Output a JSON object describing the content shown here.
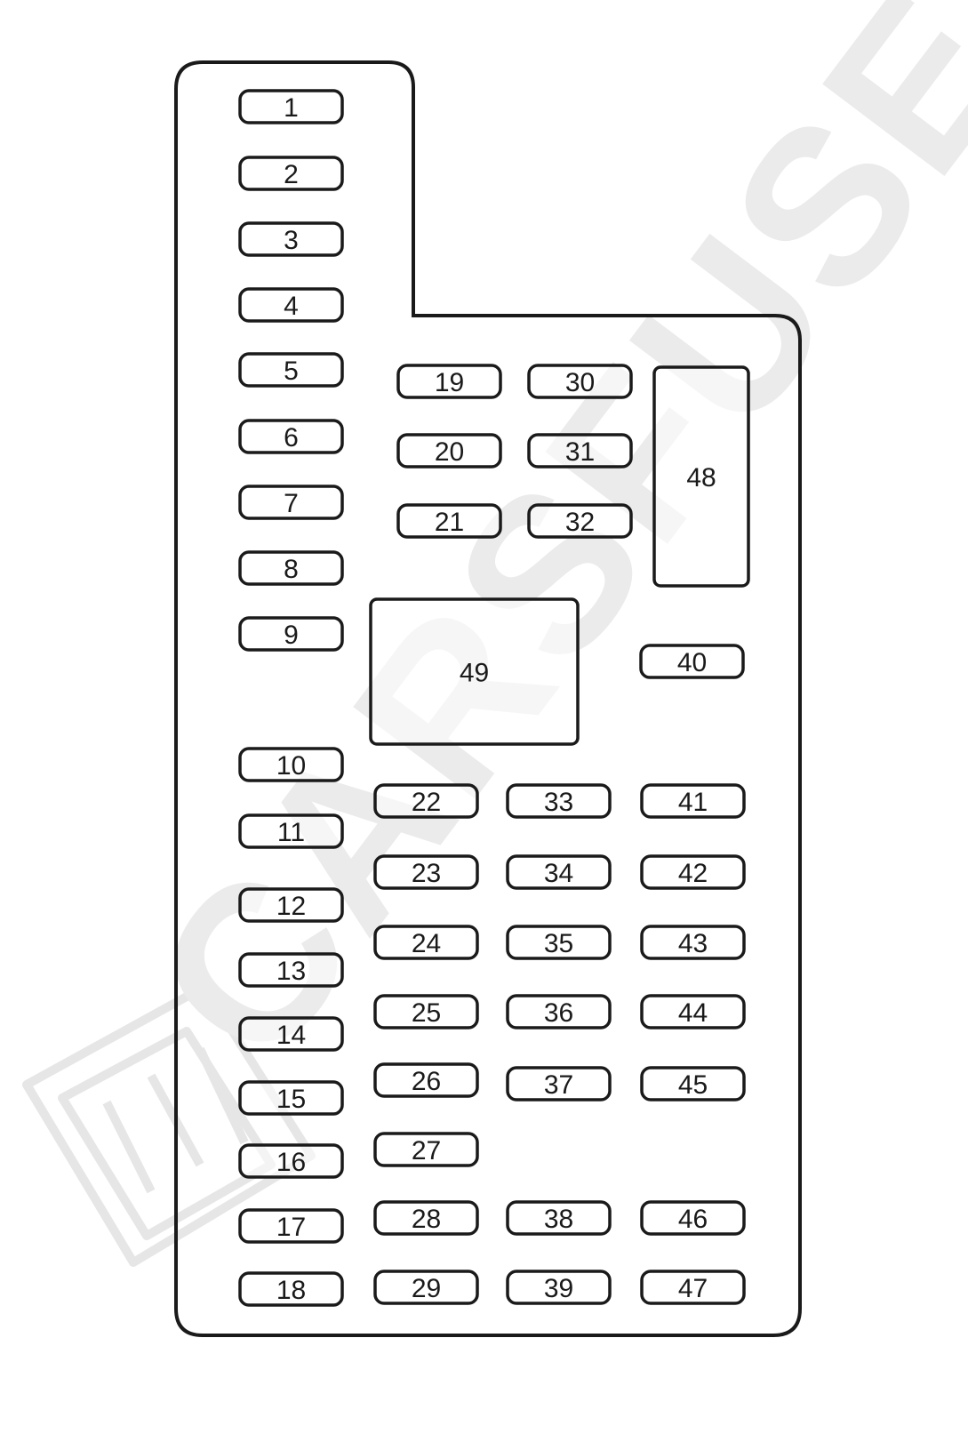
{
  "diagram": {
    "outline_color": "#1a1a1a",
    "watermark_color": "#e6e6e6",
    "watermark_text": "CARSFUSE",
    "fuses": [
      {
        "id": "1",
        "label": "1"
      },
      {
        "id": "2",
        "label": "2"
      },
      {
        "id": "3",
        "label": "3"
      },
      {
        "id": "4",
        "label": "4"
      },
      {
        "id": "5",
        "label": "5"
      },
      {
        "id": "6",
        "label": "6"
      },
      {
        "id": "7",
        "label": "7"
      },
      {
        "id": "8",
        "label": "8"
      },
      {
        "id": "9",
        "label": "9"
      },
      {
        "id": "10",
        "label": "10"
      },
      {
        "id": "11",
        "label": "11"
      },
      {
        "id": "12",
        "label": "12"
      },
      {
        "id": "13",
        "label": "13"
      },
      {
        "id": "14",
        "label": "14"
      },
      {
        "id": "15",
        "label": "15"
      },
      {
        "id": "16",
        "label": "16"
      },
      {
        "id": "17",
        "label": "17"
      },
      {
        "id": "18",
        "label": "18"
      },
      {
        "id": "19",
        "label": "19"
      },
      {
        "id": "20",
        "label": "20"
      },
      {
        "id": "21",
        "label": "21"
      },
      {
        "id": "22",
        "label": "22"
      },
      {
        "id": "23",
        "label": "23"
      },
      {
        "id": "24",
        "label": "24"
      },
      {
        "id": "25",
        "label": "25"
      },
      {
        "id": "26",
        "label": "26"
      },
      {
        "id": "27",
        "label": "27"
      },
      {
        "id": "28",
        "label": "28"
      },
      {
        "id": "29",
        "label": "29"
      },
      {
        "id": "30",
        "label": "30"
      },
      {
        "id": "31",
        "label": "31"
      },
      {
        "id": "32",
        "label": "32"
      },
      {
        "id": "33",
        "label": "33"
      },
      {
        "id": "34",
        "label": "34"
      },
      {
        "id": "35",
        "label": "35"
      },
      {
        "id": "36",
        "label": "36"
      },
      {
        "id": "37",
        "label": "37"
      },
      {
        "id": "38",
        "label": "38"
      },
      {
        "id": "39",
        "label": "39"
      },
      {
        "id": "40",
        "label": "40"
      },
      {
        "id": "41",
        "label": "41"
      },
      {
        "id": "42",
        "label": "42"
      },
      {
        "id": "43",
        "label": "43"
      },
      {
        "id": "44",
        "label": "44"
      },
      {
        "id": "45",
        "label": "45"
      },
      {
        "id": "46",
        "label": "46"
      },
      {
        "id": "47",
        "label": "47"
      },
      {
        "id": "48",
        "label": "48"
      },
      {
        "id": "49",
        "label": "49"
      }
    ]
  }
}
